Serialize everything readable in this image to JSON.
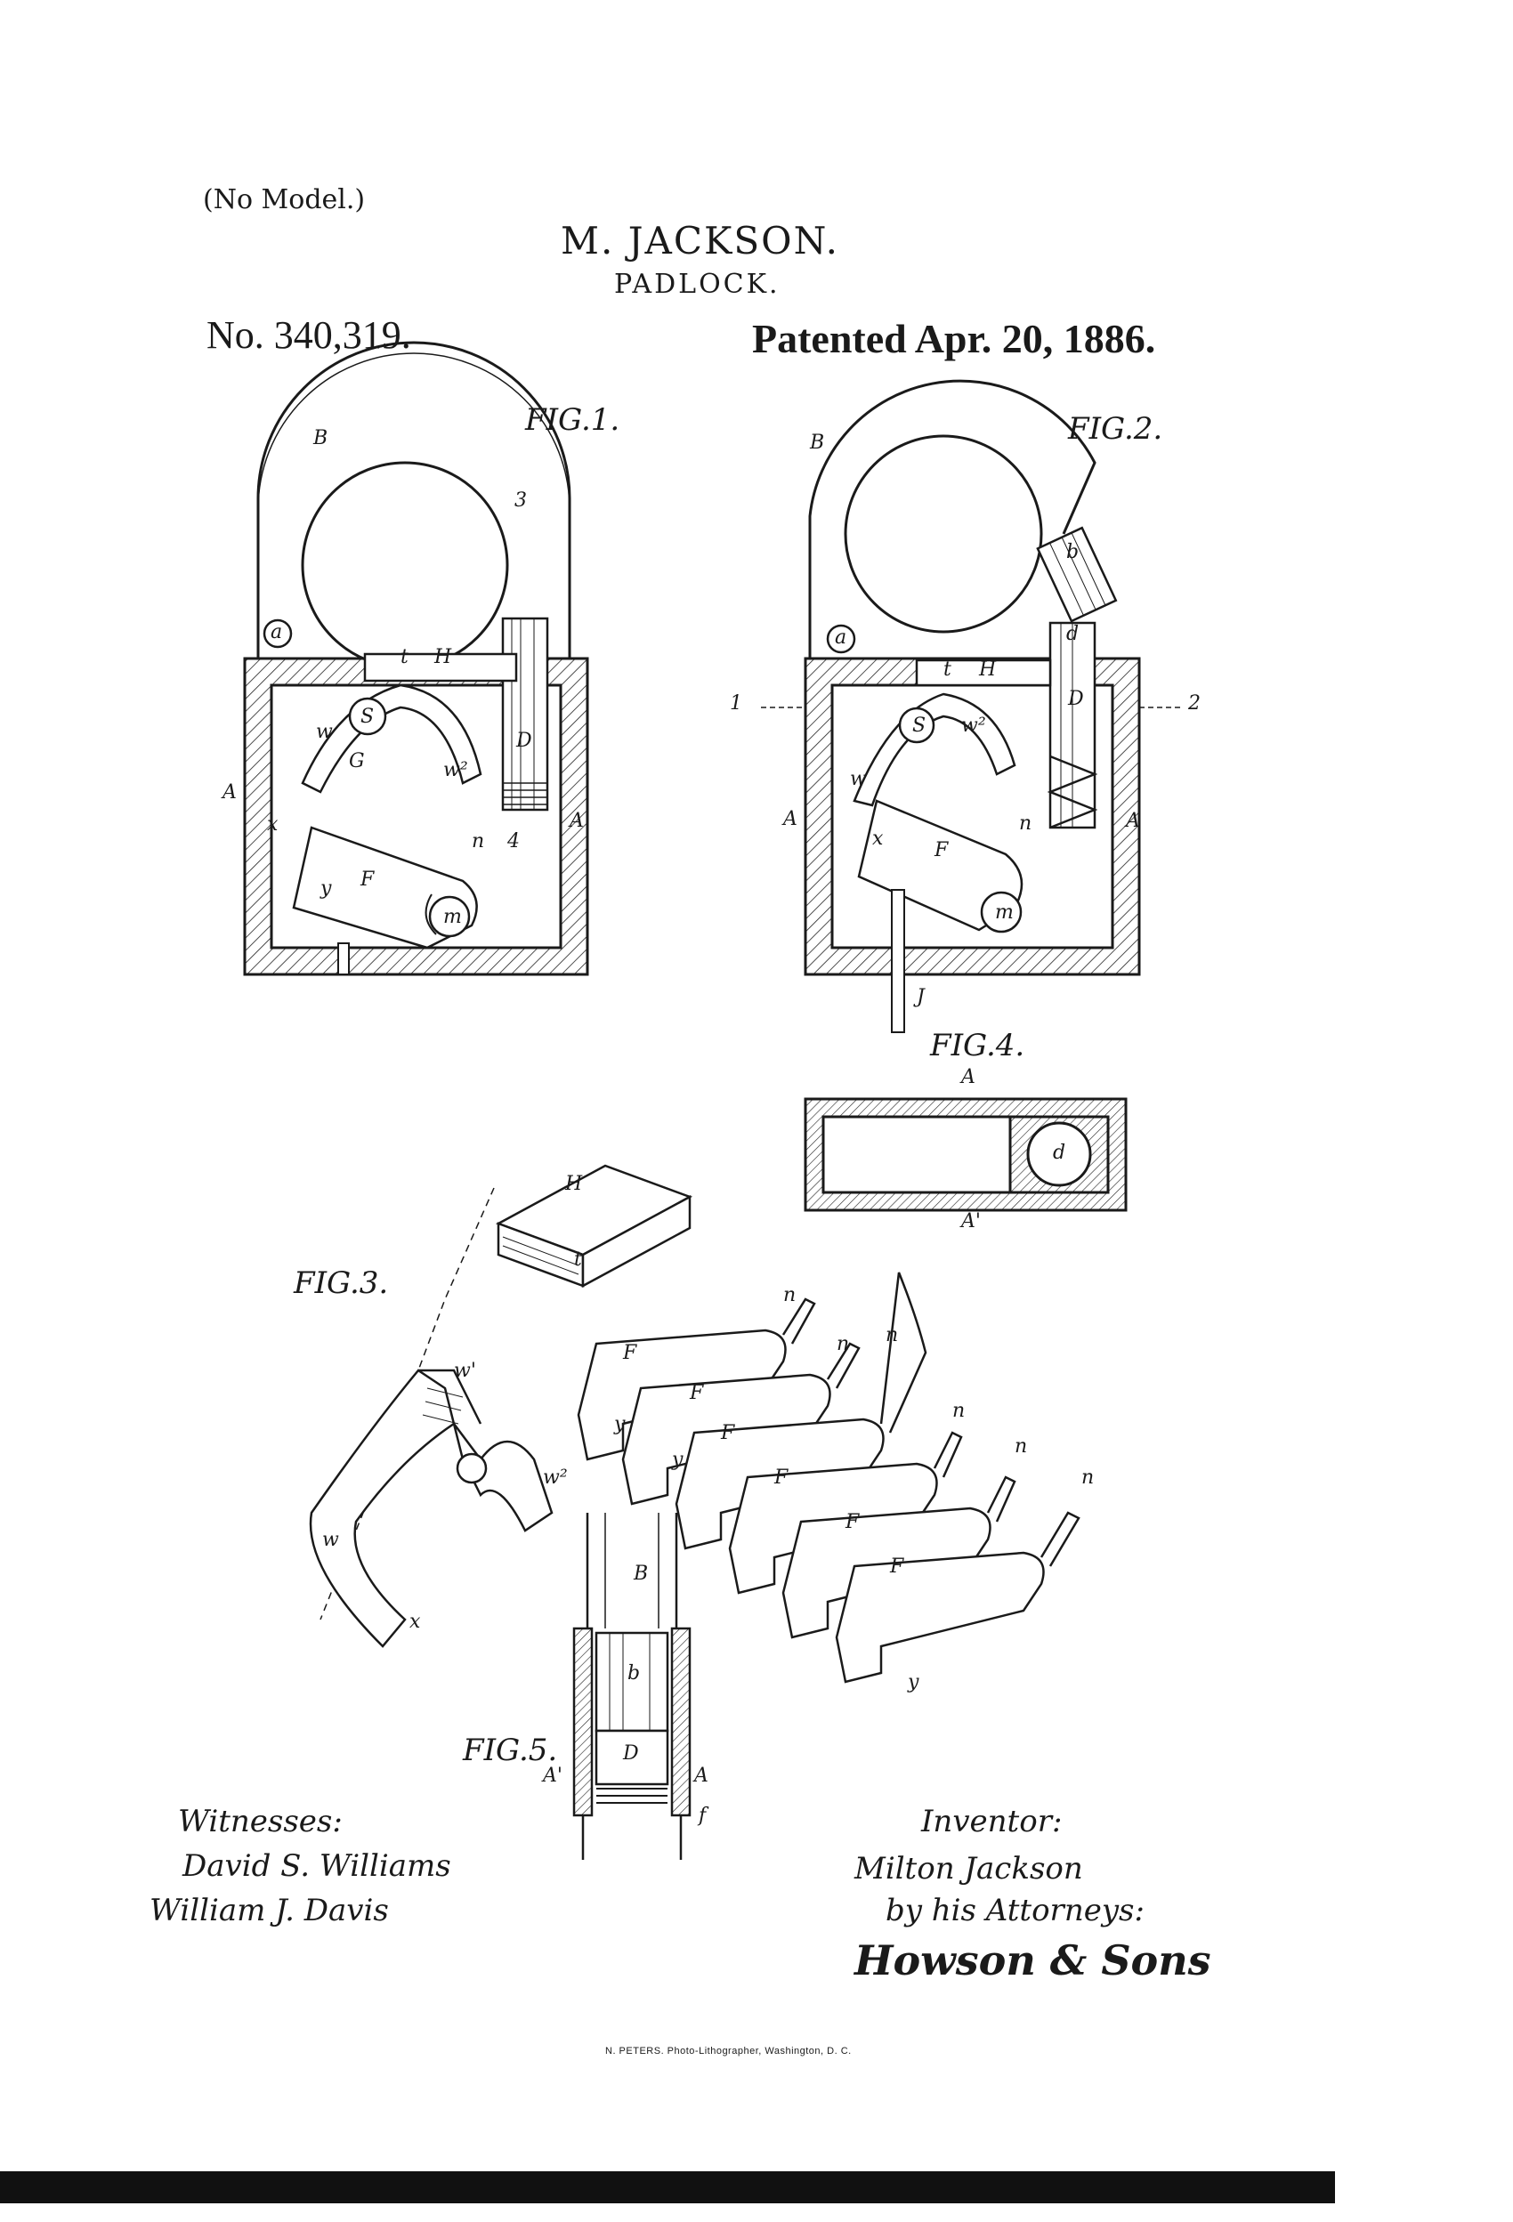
{
  "header": {
    "no_model": "(No Model.)",
    "inventor_name": "M. JACKSON.",
    "title": "PADLOCK.",
    "patent_number": "No. 340,319.",
    "patent_date": "Patented Apr. 20, 1886."
  },
  "figures": {
    "fig1": "FIG.1.",
    "fig2": "FIG.2.",
    "fig3": "FIG.3.",
    "fig4": "FIG.4.",
    "fig5": "FIG.5."
  },
  "reference_letters": {
    "A": "A",
    "A_prime": "A'",
    "B": "B",
    "D": "D",
    "F": "F",
    "G": "G",
    "H": "H",
    "J": "J",
    "S": "S",
    "a": "a",
    "b": "b",
    "d": "d",
    "f": "f",
    "m": "m",
    "n": "n",
    "t": "t",
    "v": "v",
    "w": "w",
    "w_prime": "w'",
    "w2": "w²",
    "x": "x",
    "y": "y",
    "num1": "1",
    "num2": "2",
    "num3": "3",
    "num4": "4"
  },
  "witnesses": {
    "label": "Witnesses:",
    "witness1": "David S. Williams",
    "witness2": "William J. Davis"
  },
  "inventor_block": {
    "label": "Inventor:",
    "name": "Milton Jackson",
    "by_attorneys": "by his Attorneys:",
    "attorneys": "Howson & Sons"
  },
  "footer": {
    "printer": "N. PETERS. Photo-Lithographer, Washington, D. C."
  }
}
